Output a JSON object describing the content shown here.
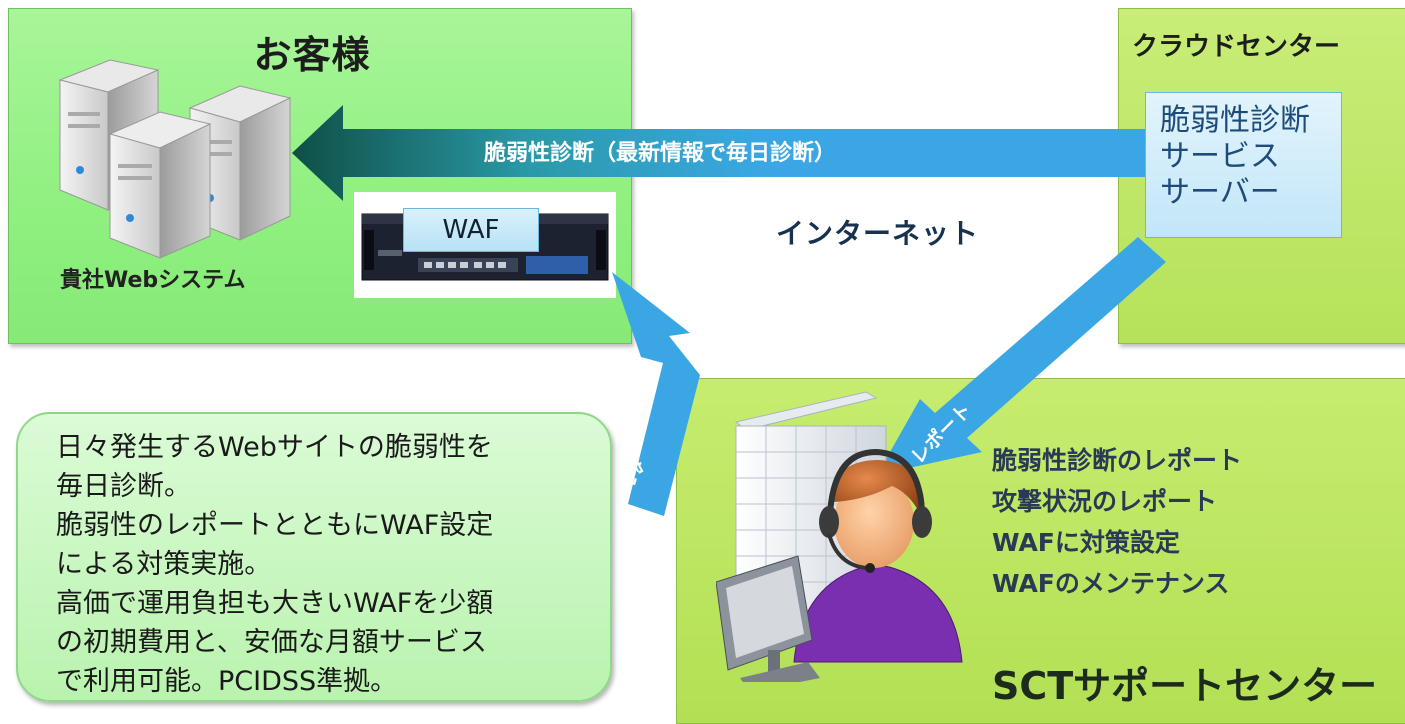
{
  "customer": {
    "title": "お客様",
    "system_label": "貴社Webシステム"
  },
  "waf": {
    "label": "WAF"
  },
  "cloud": {
    "title": "クラウドセンター",
    "server_lines": [
      "脆弱性診断",
      "サービス",
      "サーバー"
    ]
  },
  "internet_label": "インターネット",
  "arrows": {
    "scan": "脆弱性診断（最新情報で毎日診断）",
    "report": "レポート",
    "waf_maint_line1": "WAF対策設定、",
    "waf_maint_line2": "メンテナンス"
  },
  "note_lines": [
    "日々発生するWebサイトの脆弱性を",
    "毎日診断。",
    "脆弱性のレポートとともにWAF設定",
    "による対策実施。",
    "高価で運用負担も大きいWAFを少額",
    "の初期費用と、安価な月額サービス",
    "で利用可能。PCIDSS準拠。"
  ],
  "sct": {
    "services": [
      "脆弱性診断のレポート",
      "攻撃状況のレポート",
      "WAFに対策設定",
      "WAFのメンテナンス"
    ],
    "title": "SCTサポートセンター"
  },
  "colors": {
    "customer_bg": "#93f282",
    "cloud_bg": "#c1e86a",
    "sct_bg": "#bde562",
    "arrow_blue": "#3aa7e4",
    "arrow_dark_green": "#0f5a4e"
  }
}
